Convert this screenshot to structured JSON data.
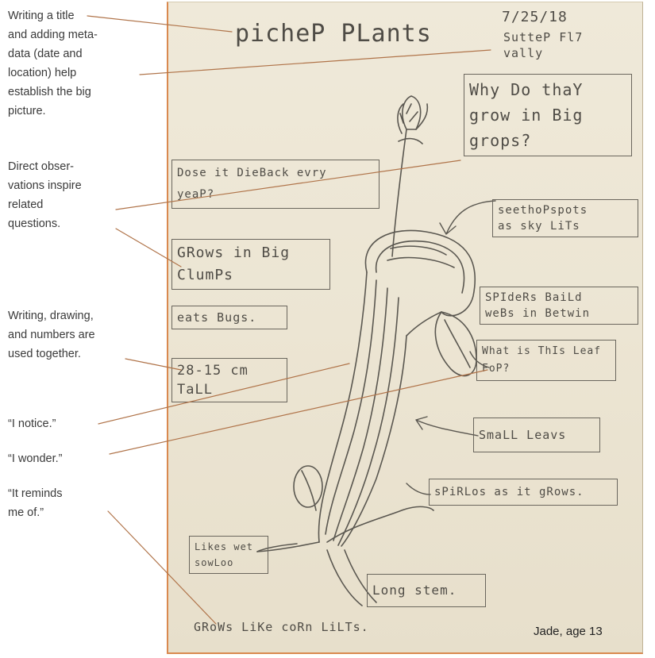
{
  "annotations": [
    {
      "name": "annotation-title-metadata",
      "text": "Writing a title\nand adding meta-\ndata (date and\nlocation) help\nestablish the big\npicture."
    },
    {
      "name": "annotation-direct-observations",
      "text": "Direct obser-\nvations inspire\nrelated\nquestions."
    },
    {
      "name": "annotation-writing-drawing-numbers",
      "text": "Writing, drawing,\nand numbers are\nused together."
    },
    {
      "name": "annotation-i-notice",
      "text": "“I notice.”"
    },
    {
      "name": "annotation-i-wonder",
      "text": "“I wonder.”"
    },
    {
      "name": "annotation-it-reminds-me-of",
      "text": "“It reminds\n me of.”"
    }
  ],
  "notebook": {
    "title": "picheP PLants",
    "date": "7/25/18",
    "location": "SutteP Fl7\nvally",
    "notes": {
      "why_grow_in_groups": "Why Do thaY\ngrow in Big\ngrops?",
      "die_back": "Dose it DieBack evry\nyeaP?",
      "see_hot_spots": "seethoPspots\nas sky LiTs",
      "grows_in_clumps": "GRows in Big\nClumPs",
      "eats_bugs": "eats Bugs.",
      "spiders_build_webs": "SPIdeRs BaiLd\nweBs in Betwin",
      "what_is_this_leaf_for": "What is ThIs Leaf\nFoP?",
      "height": "28-15 cm\nTaLL",
      "small_leaves": "SmaLL Leavs",
      "spirals_as_it_grows": "sPiRLos as it gRows.",
      "likes_wet_soil": "Likes wet\nsowLoo",
      "long_stem": "Long stem.",
      "grows_like_corn_lilies": "GRoWs LiKe coRn LiLTs."
    },
    "credit": "Jade, age 13"
  },
  "colors": {
    "paper": "#ece5d3",
    "pencil": "#4f4c46",
    "leader_line": "#b0744a",
    "page_border": "#d9894f",
    "annotation_text": "#3a3a3a"
  }
}
